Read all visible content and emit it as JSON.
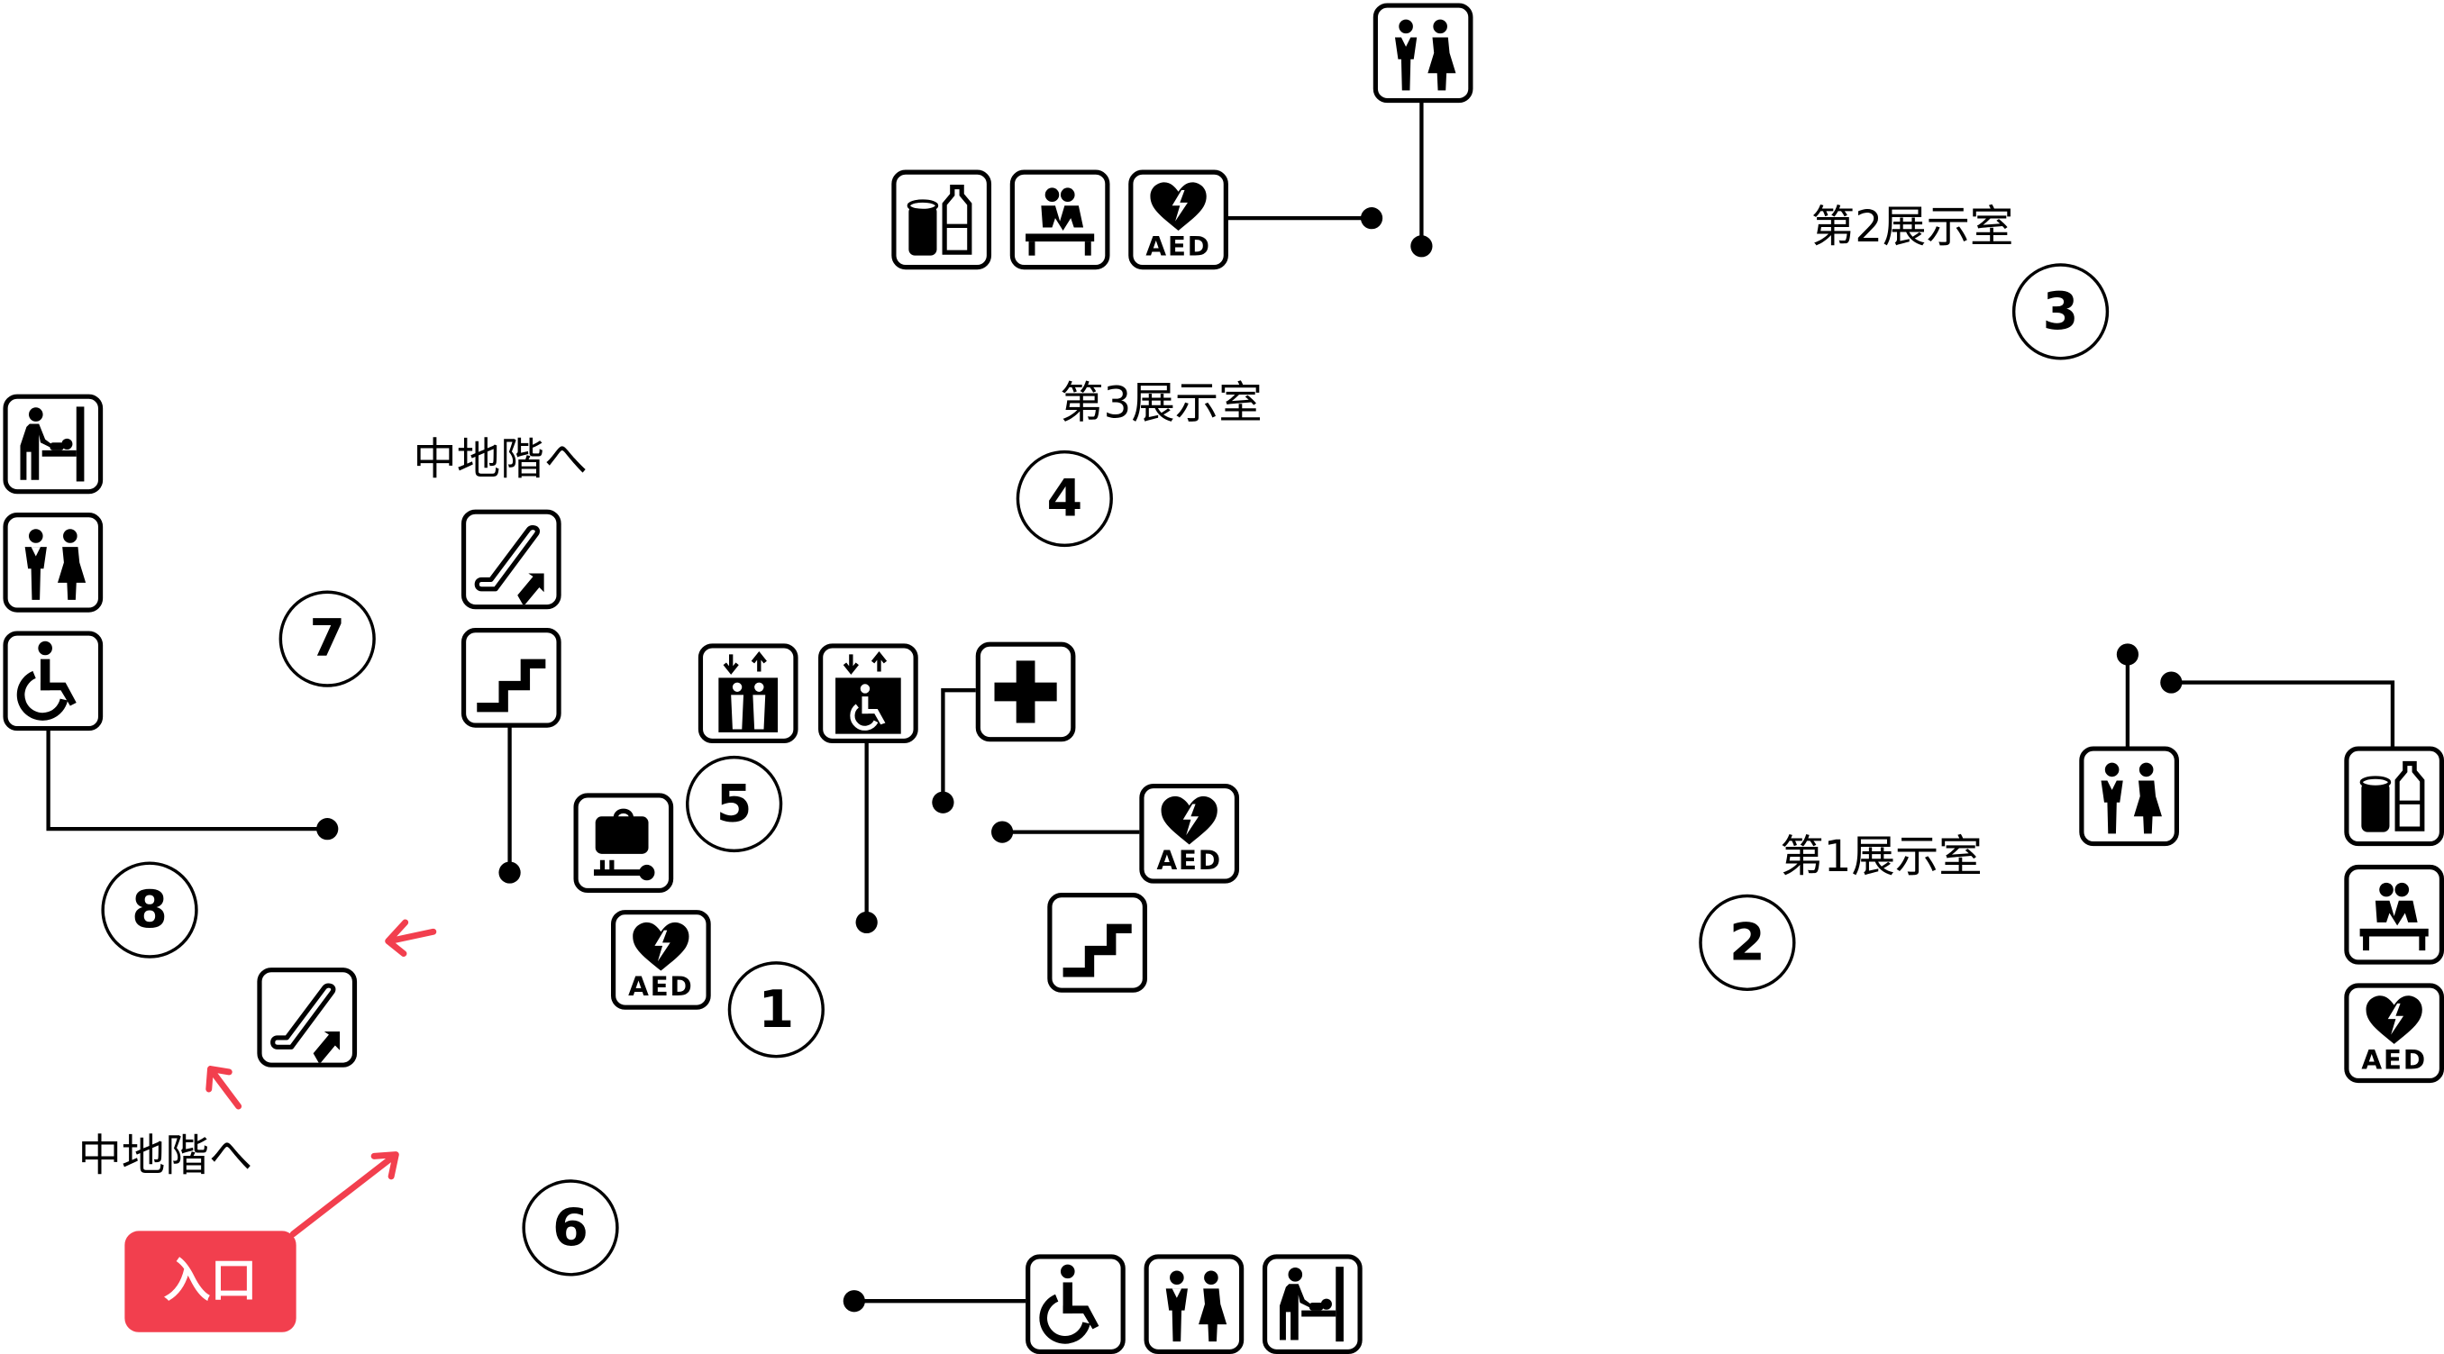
{
  "rooms": {
    "room1": "第1展示室",
    "room2": "第2展示室",
    "room3": "第3展示室"
  },
  "to_mezzanine": "中地階へ",
  "entrance": "入口",
  "aed_label": "AED",
  "markers": [
    "1",
    "2",
    "3",
    "4",
    "5",
    "6",
    "7",
    "8"
  ],
  "accent_color": "#f23f4e",
  "icons": [
    "restroom-icon",
    "lockers-trash-icon",
    "nursing-bench-icon",
    "aed-icon",
    "baby-changing-icon",
    "wheelchair-icon",
    "escalator-icon",
    "stairs-icon",
    "elevator-icon",
    "accessible-elevator-icon",
    "first-aid-icon",
    "luggage-icon"
  ]
}
